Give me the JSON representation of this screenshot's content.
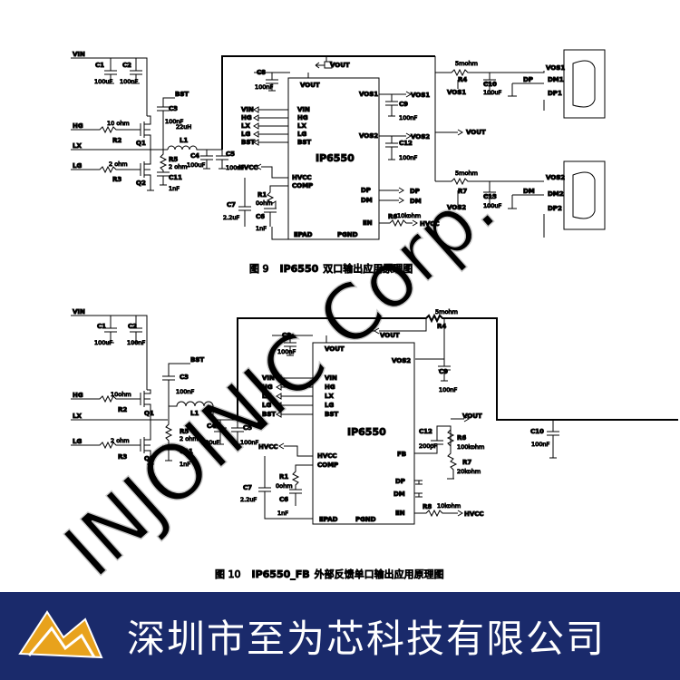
{
  "diagram1": {
    "caption_no": "图 9",
    "caption_chip": "IP6550",
    "caption_text": "双口输出应用原理图",
    "chip_name": "IP6550",
    "net": {
      "vin": "VIN",
      "hg": "HG",
      "lx": "LX",
      "lg": "LG",
      "bst": "BST",
      "vout": "VOUT",
      "hvcc": "HVCC",
      "vos1": "VOS1",
      "vos2": "VOS2",
      "dp": "DP",
      "dm": "DM",
      "dm1": "DM1",
      "dp1": "DP1",
      "dm2": "DM2",
      "dp2": "DP2"
    },
    "pins_left": [
      "VIN",
      "HG",
      "LX",
      "LG",
      "BST"
    ],
    "pin": {
      "vout": "VOUT",
      "vos1": "VOS1",
      "vos2": "VOS2",
      "hvcc": "HVCC",
      "comp": "COMP",
      "dp": "DP",
      "dm": "DM",
      "en": "EN",
      "epad": "EPAD",
      "pgnd": "PGND"
    },
    "comp": {
      "c1": "C1",
      "c1v": "100uF",
      "c2": "C2",
      "c2v": "100nF",
      "r2": "R2",
      "r2v": "10 ohm",
      "r3": "R3",
      "r3v": "2 ohm",
      "q1": "Q1",
      "q2": "Q2",
      "c3": "C3",
      "c3v": "100nF",
      "l1": "L1",
      "l1v": "22uH",
      "r5": "R5",
      "r5v": "2 ohm",
      "c11": "C11",
      "c11v": "1nF",
      "c4": "C4",
      "c4v": "100uF",
      "c5": "C5",
      "c5v": "100nF",
      "c8": "C8",
      "c8v": "100nF",
      "c7": "C7",
      "c7v": "2.2uF",
      "r1": "R1",
      "r1v": "0ohm",
      "c6": "C6",
      "c6v": "1nF",
      "c9": "C9",
      "c9v": "100nF",
      "c12": "C12",
      "c12v": "100nF",
      "r4": "R4",
      "r4v": "5mohm",
      "r7": "R7",
      "r7v": "5mohm",
      "c10": "C10",
      "c10v": "100uF",
      "c13": "C13",
      "c13v": "100uF",
      "r6": "R6",
      "r6v": "10kohm"
    }
  },
  "diagram2": {
    "caption_no": "图 10",
    "caption_chip": "IP6550_FB",
    "caption_text": "外部反馈单口输出应用原理图",
    "chip_name": "IP6550",
    "net": {
      "vin": "VIN",
      "hg": "HG",
      "lx": "LX",
      "lg": "LG",
      "bst": "BST",
      "vout": "VOUT",
      "hvcc": "HVCC"
    },
    "pins_left": [
      "VIN",
      "HG",
      "LX",
      "LG",
      "BST"
    ],
    "pin": {
      "vout": "VOUT",
      "vos2": "VOS2",
      "hvcc": "HVCC",
      "comp": "COMP",
      "fb": "FB",
      "dp": "DP",
      "dm": "DM",
      "en": "EN",
      "epad": "EPAD",
      "pgnd": "PGND"
    },
    "comp": {
      "c1": "C1",
      "c1v": "100uF",
      "c2": "C2",
      "c2v": "100nF",
      "r2": "R2",
      "r2v": "10ohm",
      "r3": "R3",
      "r3v": "2 ohm",
      "q1": "Q1",
      "q2": "Q2",
      "c3": "C3",
      "c3v": "100nF",
      "l1": "L1",
      "r5": "R5",
      "r5v": "2 ohm",
      "c11": "C11",
      "c11v": "1nF",
      "c4": "C4",
      "c4v": "100uF",
      "c5": "C5",
      "c5v": "100nF",
      "c8": "C8",
      "c8v": "100nF",
      "c7": "C7",
      "c7v": "2.2uF",
      "r1": "R1",
      "r1v": "0ohm",
      "c6": "C6",
      "c6v": "1nF",
      "c9": "C9",
      "c9v": "100nF",
      "c12": "C12",
      "c12v": "200pF",
      "r4": "R4",
      "r4v": "5mohm",
      "r6": "R6",
      "r6v": "100kohm",
      "r7": "R7",
      "r7v": "20kohm",
      "r8": "R8",
      "r8v": "10kohm",
      "c10": "C10",
      "c10v": "100nF"
    }
  },
  "watermark": "INJOINIC Corp.",
  "footer": {
    "company": "深圳市至为芯科技有限公司",
    "bg": "#1a2a6b",
    "text_color": "#ffffff"
  },
  "logo": {
    "name": "injoinic-logo-icon"
  }
}
